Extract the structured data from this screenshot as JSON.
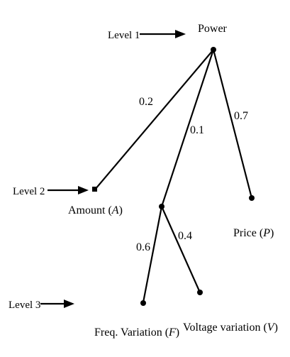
{
  "levels": {
    "level1": "Level 1",
    "level2": "Level 2",
    "level3": "Level 3"
  },
  "nodes": {
    "root": "Power",
    "amount": {
      "name": "Amount (",
      "symbol": "A",
      "close": ")"
    },
    "price": {
      "name": "Price (",
      "symbol": "P",
      "close": ")"
    },
    "freq": {
      "name": "Freq. Variation (",
      "symbol": "F",
      "close": ")"
    },
    "voltage": {
      "name": "Voltage variation (",
      "symbol": "V",
      "close": ")"
    }
  },
  "weights": {
    "amount": "0.2",
    "middle": "0.1",
    "price": "0.7",
    "freq": "0.6",
    "voltage": "0.4"
  }
}
